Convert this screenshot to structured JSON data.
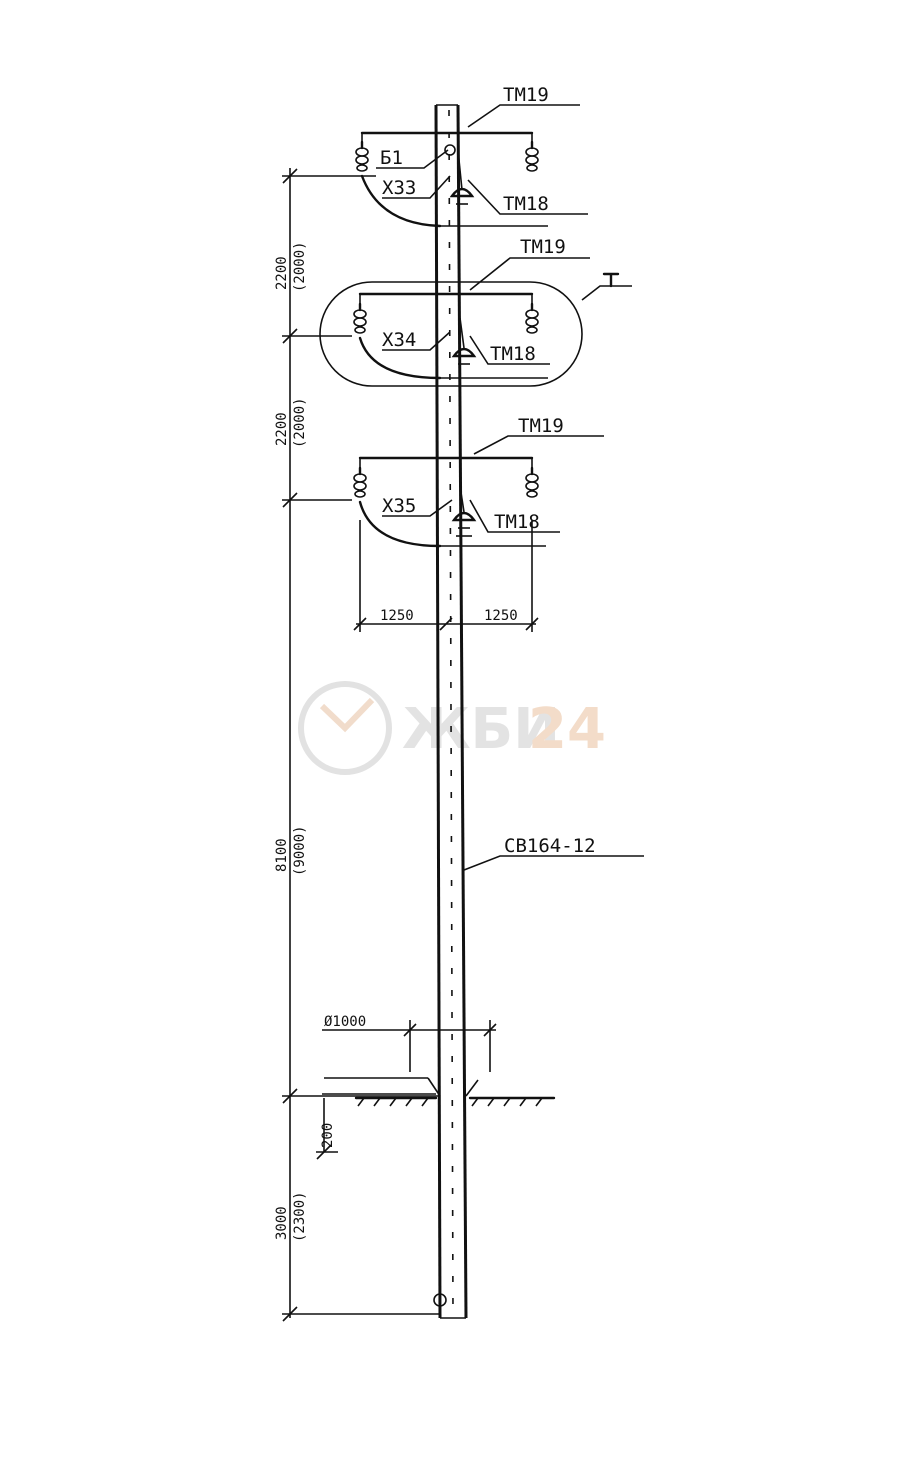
{
  "labels": {
    "tm19_top": "ТМ19",
    "tm19_mid": "ТМ19",
    "tm19_low": "ТМ19",
    "tm18_top": "ТМ18",
    "tm18_mid": "ТМ18",
    "tm18_low": "ТМ18",
    "b1": "Б1",
    "x33": "Х33",
    "x34": "Х34",
    "x35": "Х35",
    "pole": "СВ164-12"
  },
  "dimensions": {
    "top_spacing": "2200",
    "top_spacing_alt": "(2000)",
    "mid_spacing": "2200",
    "mid_spacing_alt": "(2000)",
    "ground_height": "8100",
    "ground_height_alt": "(9000)",
    "depth": "3000",
    "depth_alt": "(2300)",
    "offset_200": "200",
    "hole_diameter": "Ø1000",
    "half_span_left": "1250",
    "half_span_right": "1250"
  },
  "watermark": {
    "brand": "ЖБИ",
    "number": "24",
    "color": "#d8d8d8",
    "accent": "#f3dcc9"
  },
  "colors": {
    "ink": "#111111",
    "paper": "#ffffff"
  }
}
